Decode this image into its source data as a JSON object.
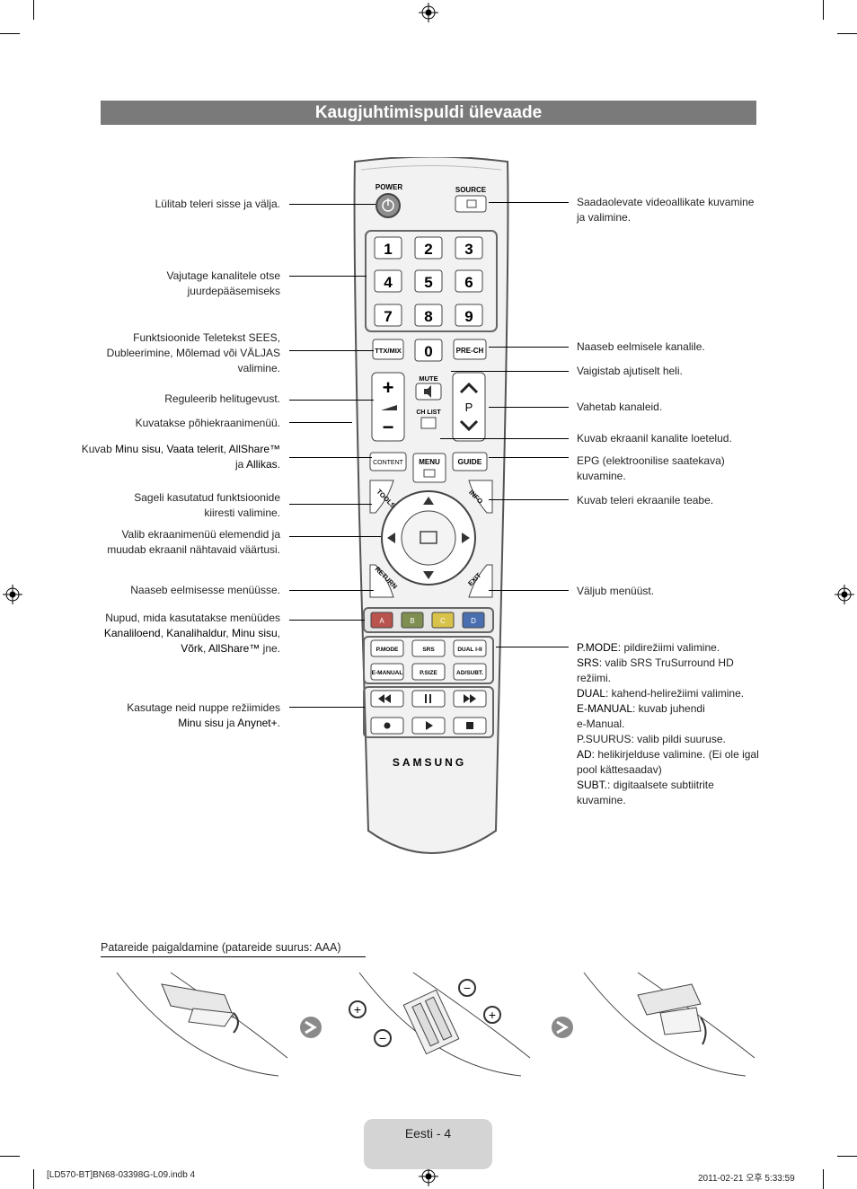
{
  "title": "Kaugjuhtimispuldi ülevaade",
  "left_labels": [
    {
      "id": "power",
      "lines": [
        "Lülitab teleri sisse ja välja."
      ]
    },
    {
      "id": "numbers",
      "lines": [
        "Vajutage kanalitele otse",
        "juurdepääsemiseks"
      ]
    },
    {
      "id": "ttx",
      "lines": [
        "Funktsioonide Teletekst SEES,",
        "Dubleerimine, Mõlemad või VÄLJAS",
        "valimine."
      ]
    },
    {
      "id": "volume",
      "lines": [
        "Reguleerib helitugevust."
      ]
    },
    {
      "id": "menu",
      "lines": [
        "Kuvatakse põhiekraanimenüü."
      ]
    },
    {
      "id": "content",
      "parts": [
        {
          "t": "Kuvab ",
          "b": false
        },
        {
          "t": "Minu sisu",
          "b": true
        },
        {
          "t": ", ",
          "b": false
        },
        {
          "t": "Vaata telerit",
          "b": true
        },
        {
          "t": ",  ",
          "b": false
        },
        {
          "t": "AllShare™",
          "b": true
        },
        {
          "t": "\nja ",
          "b": false
        },
        {
          "t": "Allikas",
          "b": true
        },
        {
          "t": ".",
          "b": false
        }
      ]
    },
    {
      "id": "tools",
      "lines": [
        "Sageli kasutatud funktsioonide",
        "kiiresti valimine."
      ]
    },
    {
      "id": "nav",
      "lines": [
        "Valib ekraanimenüü elemendid ja",
        "muudab ekraanil nähtavaid väärtusi."
      ]
    },
    {
      "id": "return",
      "lines": [
        "Naaseb eelmisesse menüüsse."
      ]
    },
    {
      "id": "colors",
      "parts": [
        {
          "t": "Nupud, mida kasutatakse menüüdes\n",
          "b": false
        },
        {
          "t": "Kanaliloend",
          "b": true
        },
        {
          "t": ", ",
          "b": false
        },
        {
          "t": "Kanalihaldur",
          "b": true
        },
        {
          "t": ", ",
          "b": false
        },
        {
          "t": "Minu sisu",
          "b": true
        },
        {
          "t": ",\n",
          "b": false
        },
        {
          "t": "Võrk",
          "b": true
        },
        {
          "t": ", ",
          "b": false
        },
        {
          "t": "AllShare™",
          "b": true
        },
        {
          "t": " jne.",
          "b": false
        }
      ]
    },
    {
      "id": "media",
      "parts": [
        {
          "t": "Kasutage neid nuppe režiimides\n",
          "b": false
        },
        {
          "t": "Minu sisu",
          "b": true
        },
        {
          "t": " ja ",
          "b": false
        },
        {
          "t": "Anynet+",
          "b": true
        },
        {
          "t": ".",
          "b": false
        }
      ]
    }
  ],
  "right_labels": [
    {
      "id": "source",
      "lines": [
        "Saadaolevate videoallikate kuvamine",
        "ja valimine."
      ]
    },
    {
      "id": "prech",
      "lines": [
        "Naaseb eelmisele kanalile."
      ]
    },
    {
      "id": "mute",
      "lines": [
        "Vaigistab ajutiselt heli."
      ]
    },
    {
      "id": "channel",
      "lines": [
        "Vahetab kanaleid."
      ]
    },
    {
      "id": "chlist",
      "lines": [
        "Kuvab ekraanil kanalite loetelud."
      ]
    },
    {
      "id": "guide",
      "lines": [
        "EPG (elektroonilise saatekava)",
        "kuvamine."
      ]
    },
    {
      "id": "info",
      "lines": [
        "Kuvab teleri ekraanile teabe."
      ]
    },
    {
      "id": "exit",
      "lines": [
        "Väljub menüüst."
      ]
    },
    {
      "id": "functions",
      "parts": [
        {
          "t": "P.MODE",
          "b": true
        },
        {
          "t": ": pildirežiimi valimine.\n",
          "b": false
        },
        {
          "t": "SRS",
          "b": true
        },
        {
          "t": ": valib SRS TruSurround HD\nrežiimi.\n",
          "b": false
        },
        {
          "t": "DUAL",
          "b": true
        },
        {
          "t": ": kahend-helirežiimi valimine.\n",
          "b": false
        },
        {
          "t": "E-MANUAL",
          "b": true
        },
        {
          "t": ": kuvab juhendi\ne-Manual.\n",
          "b": false
        },
        {
          "t": "P.SUURUS: valib pildi suuruse.\n",
          "b": false
        },
        {
          "t": "AD",
          "b": true
        },
        {
          "t": ": helikirjelduse valimine. (Ei ole igal\npool kättesaadav)\n",
          "b": false
        },
        {
          "t": "SUBT.",
          "b": true
        },
        {
          "t": ": digitaalsete subtiitrite\nkuvamine.",
          "b": false
        }
      ]
    }
  ],
  "remote": {
    "power": "POWER",
    "source": "SOURCE",
    "digits": [
      "1",
      "2",
      "3",
      "4",
      "5",
      "6",
      "7",
      "8",
      "9",
      "0"
    ],
    "ttx": "TTX/MIX",
    "prech": "PRE-CH",
    "mute": "MUTE",
    "chlist": "CH LIST",
    "p": "P",
    "menu": "MENU",
    "content": "CONTENT",
    "guide": "GUIDE",
    "tools": "TOOLS",
    "info": "INFO",
    "return": "RETURN",
    "exit": "EXIT",
    "colors": [
      "A",
      "B",
      "C",
      "D"
    ],
    "row1": [
      "P.MODE",
      "SRS",
      "DUAL I-II"
    ],
    "row2": [
      "E-MANUAL",
      "P.SIZE",
      "AD/SUBT."
    ],
    "brand": "SAMSUNG",
    "color_hex": {
      "A": "#b8534d",
      "B": "#7f8f52",
      "C": "#d9c24a",
      "D": "#4a6fb0"
    }
  },
  "battery_title": "Patareide paigaldamine (patareide suurus: AAA)",
  "page_label": "Eesti - 4",
  "footer_left": "[LD570-BT]BN68-03398G-L09.indb   4",
  "footer_right": "2011-02-21   오후 5:33:59"
}
